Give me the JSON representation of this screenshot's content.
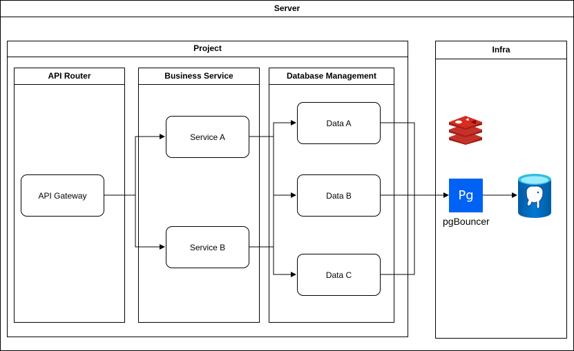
{
  "server": {
    "title": "Server"
  },
  "project": {
    "title": "Project"
  },
  "infra": {
    "title": "Infra"
  },
  "lanes": {
    "api_router": "API Router",
    "business_service": "Business Service",
    "database_management": "Database Management"
  },
  "nodes": {
    "api_gateway": "API Gateway",
    "service_a": "Service A",
    "service_b": "Service B",
    "data_a": "Data A",
    "data_b": "Data B",
    "data_c": "Data C"
  },
  "infra_items": {
    "pgbouncer_icon_text": "Pg",
    "pgbouncer_label": "pgBouncer",
    "redis_icon": "redis-icon",
    "postgres_icon": "postgres-database-icon"
  },
  "colors": {
    "pg_blue": "#0062f5",
    "redis_red": "#c6302b",
    "db_blue": "#0078d4"
  }
}
